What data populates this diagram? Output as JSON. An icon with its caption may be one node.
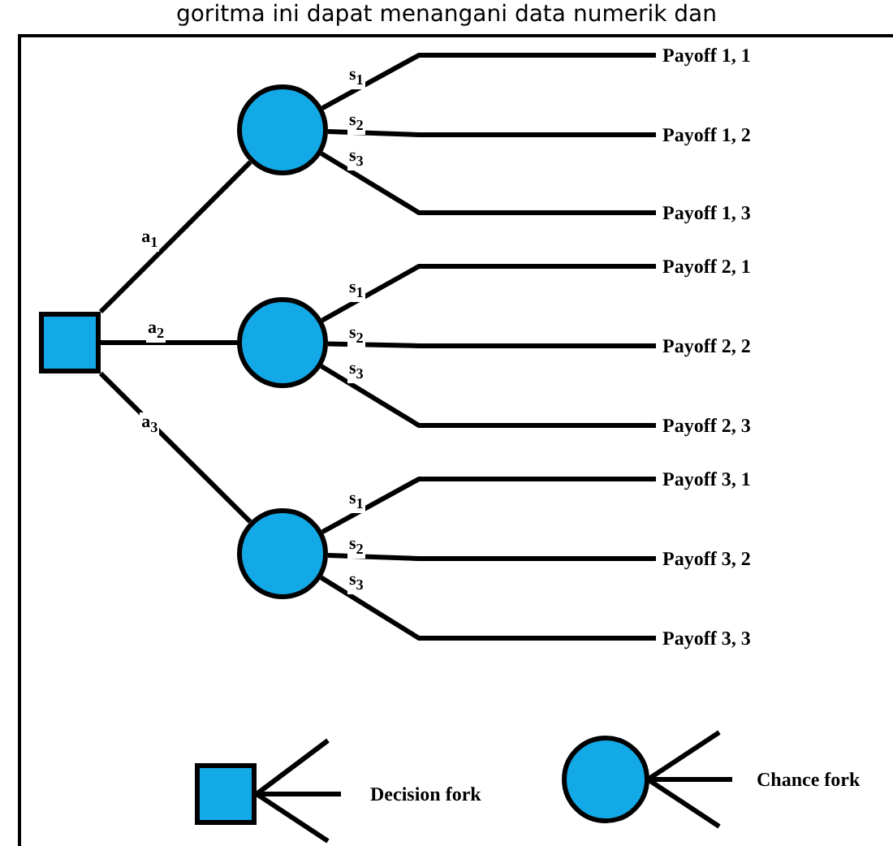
{
  "diagram": {
    "nodes": [
      {
        "text": [],
        "shape": "box"
      },
      {
        "text": [],
        "shape": "circle"
      },
      {
        "text": [],
        "shape": "circle"
      },
      {
        "text": [],
        "shape": "circle"
      },
      {
        "text": [
          "Payoff 1, 1"
        ]
      },
      {
        "text": [
          "Payoff 1, 2"
        ]
      },
      {
        "text": [
          "Payoff 1, 3"
        ]
      },
      {
        "text": [
          "Payoff 2, 1"
        ]
      },
      {
        "text": [
          "Payoff 2, 2"
        ]
      },
      {
        "text": [
          "Payoff 2, 3"
        ]
      },
      {
        "text": [
          "Payoff 3, 1"
        ]
      },
      {
        "text": [
          "Payoff 3, 2"
        ]
      },
      {
        "text": [
          "Payoff 3, 3"
        ]
      }
    ],
    "edges": [
      {
        "from": 0,
        "to": 1,
        "arrow": "none",
        "label": "a$_{1}$"
      },
      {
        "from": 0,
        "to": 2,
        "arrow": "none",
        "label": "a$_{2}$"
      },
      {
        "from": 0,
        "to": 3,
        "arrow": "none",
        "label": "a$_{3}$"
      },
      {
        "from": 1,
        "to": 4,
        "arrow": "none",
        "label": "s$_{1}$"
      },
      {
        "from": 1,
        "to": 5,
        "arrow": "none",
        "label": "s$_{2}$"
      },
      {
        "from": 1,
        "to": 6,
        "arrow": "none",
        "label": "s$_{3}$"
      },
      {
        "from": 2,
        "to": 7,
        "arrow": "none",
        "label": "s$_{1}$"
      },
      {
        "from": 2,
        "to": 8,
        "arrow": "none",
        "label": "s$_{2}$"
      },
      {
        "from": 2,
        "to": 9,
        "arrow": "none",
        "label": "s$_{3}$"
      },
      {
        "from": 3,
        "to": 10,
        "arrow": "none",
        "label": "s$_{1}$"
      },
      {
        "from": 3,
        "to": 11,
        "arrow": "none",
        "label": "s$_{2}$"
      },
      {
        "from": 3,
        "to": 12,
        "arrow": "none",
        "label": "s$_{3}$"
      }
    ],
    "labels": [
      "goritma ini dapat menangani data numerik dan"
    ],
    "legend": [
      {
        "text": "Decision fork"
      },
      {
        "text": "Chance fork"
      }
    ]
  }
}
